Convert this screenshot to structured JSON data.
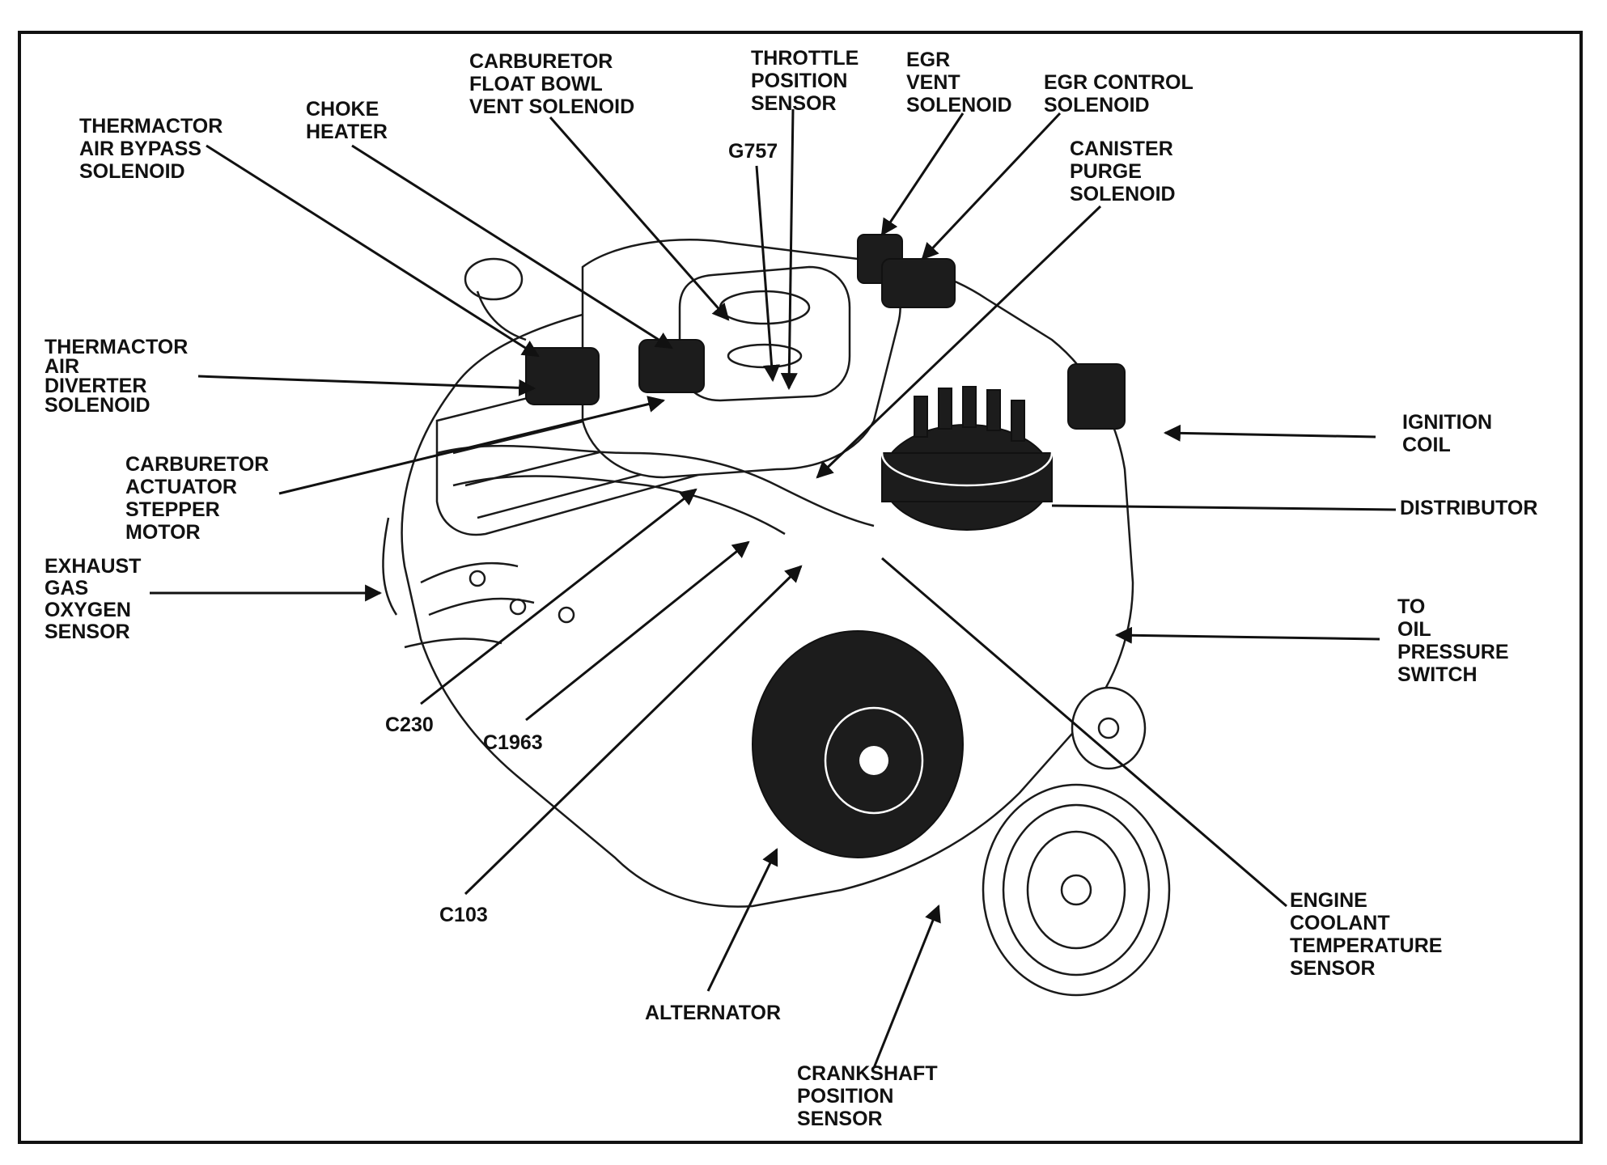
{
  "colors": {
    "ink": "#111111",
    "paper": "#ffffff"
  },
  "labels": [
    {
      "id": "carb-float-bowl-vent-solenoid",
      "lines": [
        "CARBURETOR",
        "FLOAT BOWL",
        "VENT SOLENOID"
      ]
    },
    {
      "id": "throttle-position-sensor",
      "lines": [
        "THROTTLE",
        "POSITION",
        "SENSOR"
      ]
    },
    {
      "id": "egr-vent-solenoid",
      "lines": [
        "EGR",
        "VENT",
        "SOLENOID"
      ]
    },
    {
      "id": "egr-control-solenoid",
      "lines": [
        "EGR CONTROL",
        "SOLENOID"
      ]
    },
    {
      "id": "choke-heater",
      "lines": [
        "CHOKE",
        "HEATER"
      ]
    },
    {
      "id": "thermactor-air-bypass-solenoid",
      "lines": [
        "THERMACTOR",
        "AIR BYPASS",
        "SOLENOID"
      ]
    },
    {
      "id": "g757",
      "lines": [
        "G757"
      ]
    },
    {
      "id": "canister-purge-solenoid",
      "lines": [
        "CANISTER",
        "PURGE",
        "SOLENOID"
      ]
    },
    {
      "id": "thermactor-air-diverter-solenoid",
      "lines": [
        "THERMACTOR",
        "AIR",
        "DIVERTER",
        "SOLENOID"
      ]
    },
    {
      "id": "ignition-coil",
      "lines": [
        "IGNITION",
        "COIL"
      ]
    },
    {
      "id": "carb-actuator-stepper-motor",
      "lines": [
        "CARBURETOR",
        "ACTUATOR",
        "STEPPER",
        "MOTOR"
      ]
    },
    {
      "id": "distributor",
      "lines": [
        "DISTRIBUTOR"
      ]
    },
    {
      "id": "exhaust-gas-oxygen-sensor",
      "lines": [
        "EXHAUST",
        "GAS",
        "OXYGEN",
        "SENSOR"
      ]
    },
    {
      "id": "to-oil-pressure-switch",
      "lines": [
        "TO",
        "OIL",
        "PRESSURE",
        "SWITCH"
      ]
    },
    {
      "id": "c230",
      "lines": [
        "C230"
      ]
    },
    {
      "id": "c1963",
      "lines": [
        "C1963"
      ]
    },
    {
      "id": "c103",
      "lines": [
        "C103"
      ]
    },
    {
      "id": "engine-coolant-temperature-sensor",
      "lines": [
        "ENGINE",
        "COOLANT",
        "TEMPERATURE",
        "SENSOR"
      ]
    },
    {
      "id": "alternator",
      "lines": [
        "ALTERNATOR"
      ]
    },
    {
      "id": "crankshaft-position-sensor",
      "lines": [
        "CRANKSHAFT",
        "POSITION",
        "SENSOR"
      ]
    }
  ]
}
